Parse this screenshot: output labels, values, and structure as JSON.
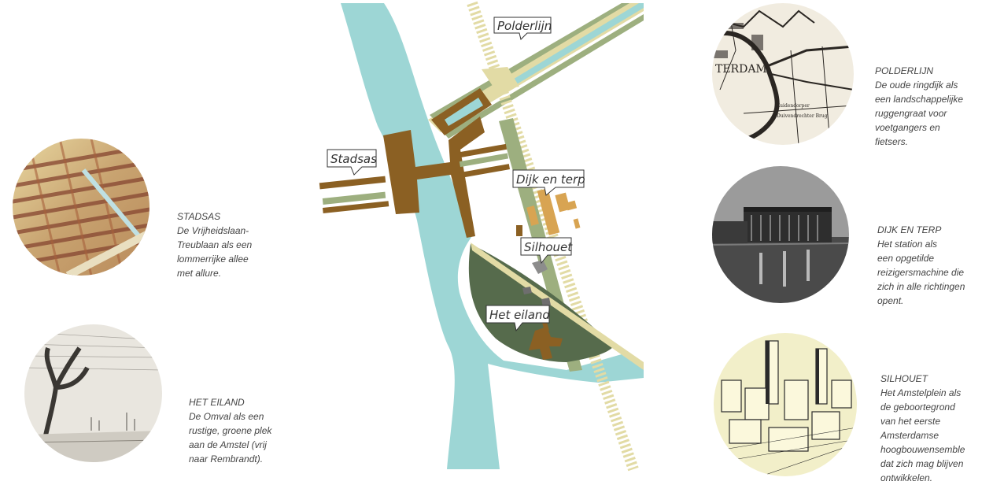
{
  "captions": {
    "stadsas": {
      "title": "STADSAS",
      "body": "De Vrijheidslaan-\nTreublaan als een\nlommerrijke allee\nmet allure."
    },
    "eiland": {
      "title": "HET EILAND",
      "body": "De Omval als een\nrustige, groene plek\naan de Amstel (vrij\nnaar Rembrandt)."
    },
    "polderlijn": {
      "title": "POLDERLIJN",
      "body": "De oude ringdijk als\neen landschappelijke\nruggengraat voor\nvoetgangers en\nfietsers."
    },
    "dijk": {
      "title": "DIJK EN TERP",
      "body": "Het station als\neen opgetilde\nreizigersmachine die\nzich in alle richtingen\nopent."
    },
    "silhouet": {
      "title": "SILHOUET",
      "body": "Het Amstelplein als\nde geboortegrond\nvan het eerste\nAmsterdamse\nhoogbouwensemble\ndat zich mag blijven\nontwikkelen."
    }
  },
  "map_labels": {
    "polderlijn": "Polderlijn",
    "stadsas": "Stadsas",
    "dijk": "Dijk en terp",
    "silhouet": "Silhouet",
    "eiland": "Het eiland"
  },
  "map_text": {
    "erdam": "TERDAM",
    "road1": "Zuidendorper",
    "road2": "Duivendrechter Brug"
  },
  "colors": {
    "water": "#9dd6d5",
    "brown": "#8b6023",
    "green": "#566b4c",
    "sage": "#9daf7f",
    "sand": "#e2dba5",
    "ochre": "#d8a452"
  }
}
